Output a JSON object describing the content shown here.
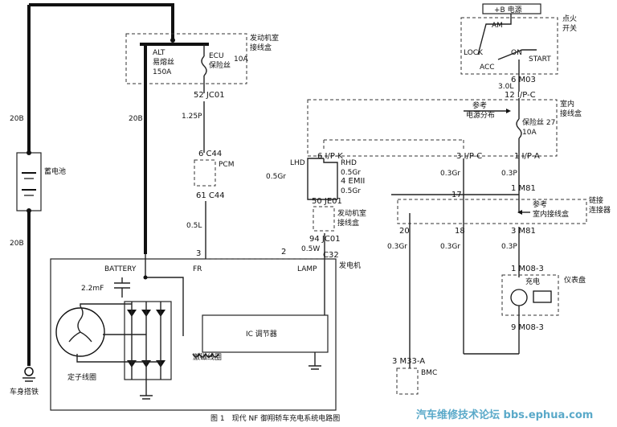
{
  "caption": "图 1　现代 NF 御翔轿车充电系统电路图",
  "watermark": "汽车维修技术论坛 bbs.ephua.com",
  "engine_junction_box": "发动机室\n接线盒",
  "alt_fuse": "ALT\n易熔丝\n150A",
  "ecu_fuse": "ECU\n保险丝",
  "ecu_fuse_rating": "10A",
  "battery_label": "蓄电池",
  "body_ground": "车身搭铁",
  "ignition_switch_title": "点火\n开关",
  "b_plus": "+B 电源",
  "switch_positions": {
    "am": "AM",
    "lock": "LOCK",
    "acc": "ACC",
    "on": "ON",
    "start": "START"
  },
  "interior_junction_box": "室内\n接线盒",
  "power_distribution_ref": "参考\n电源分布",
  "fuse_27": "保险丝 27\n10A",
  "interior_box_ref": "参考\n室内接线盒",
  "joint_connector": "链接\n连接器",
  "cluster_label": "仪表盘",
  "charge_lamp": "充电",
  "generator_label": "发电机",
  "ic_regulator": "IC 调节器",
  "field_coil": "激磁线圈",
  "stator_coil": "定子线圈",
  "capacitor": "2.2mF",
  "pcm": "PCM",
  "bmc": "BMC",
  "terminals": {
    "battery": "BATTERY",
    "fr": "FR",
    "lamp": "LAMP"
  },
  "wire_colors": {
    "w20b_top": "20B",
    "w20b_bottom": "20B",
    "w20b_right": "20B",
    "w125p": "1.25P",
    "w05l": "0.5L",
    "w05gr_l": "0.5Gr",
    "w05gr_r1": "0.5Gr",
    "w05gr_r2": "0.5Gr",
    "w05w": "0.5W",
    "w03gr_a": "0.3Gr",
    "w03p_a": "0.3P",
    "w03gr_b": "0.3Gr",
    "w03gr_c": "0.3Gr",
    "w03p_b": "0.3P",
    "w30l": "3.0L"
  },
  "connectors": {
    "jc01_top": "52 JC01",
    "c44_6": "6 C44",
    "c44_61": "61 C44",
    "ipk": "6 I/P-K",
    "lhd": "LHD",
    "rhd": "RHD",
    "emii": "4 EMII",
    "je01": "50 JE01",
    "jc01_94": "94 JC01",
    "c32": "C32",
    "ipc_3": "3 I/P-C",
    "ipa": "1 I/P-A",
    "m81_1": "1 M81",
    "m81_17": "17",
    "m81_3": "3 M81",
    "j20": "20",
    "j18": "18",
    "m03": "6 M03",
    "ipc_12": "12 I/P-C",
    "m083_1": "1 M08-3",
    "m083_9": "9 M08-3",
    "m33a": "3 M33-A",
    "t3": "3",
    "t2": "2"
  }
}
